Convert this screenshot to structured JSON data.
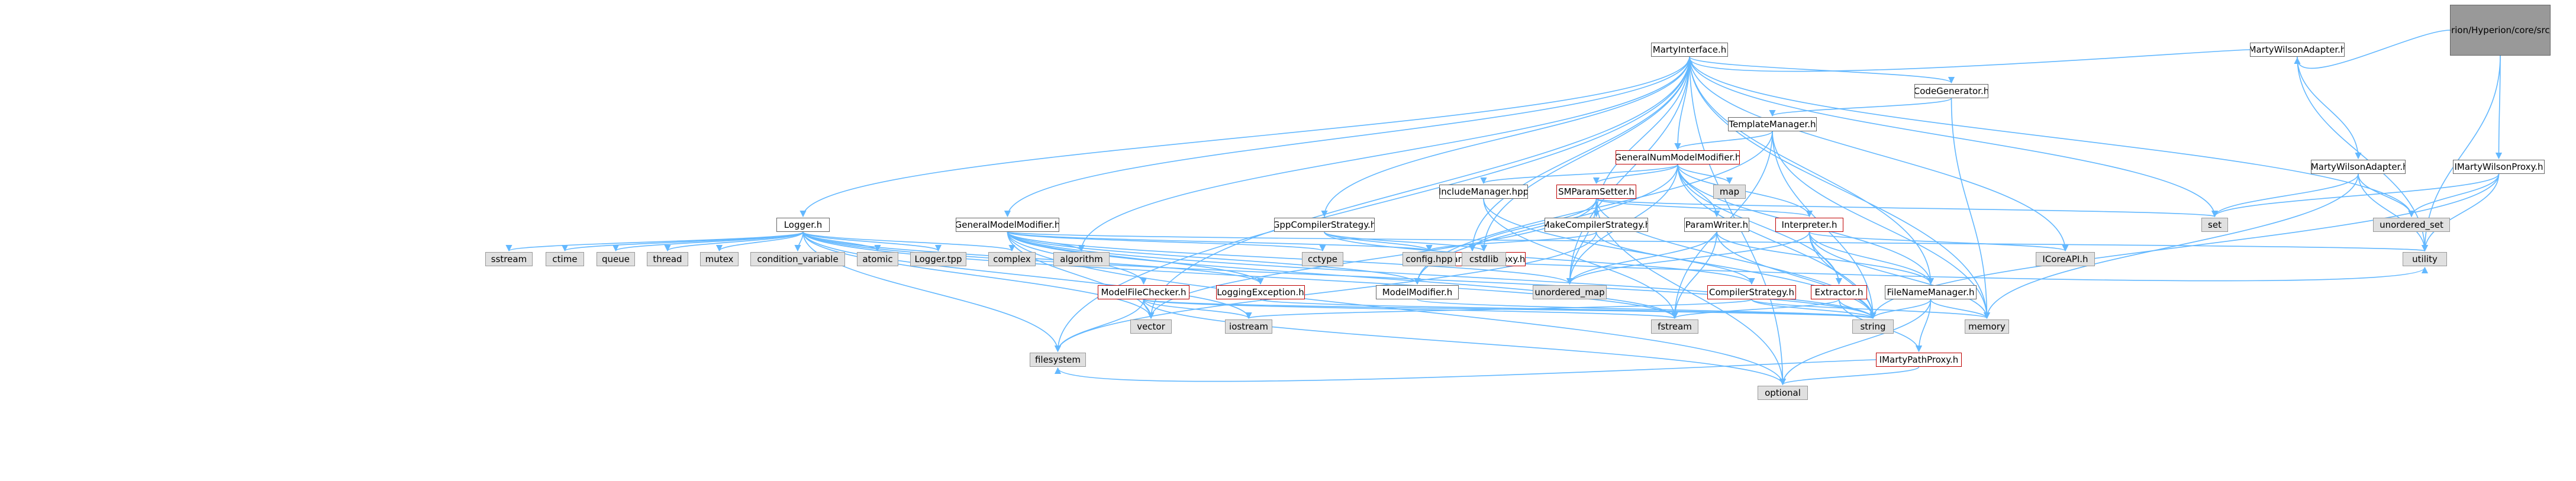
{
  "colors": {
    "edge": "#63b8ff",
    "root_fill": "#999999",
    "node_border": "#666666",
    "external_fill": "#e0e0e0",
    "warning_border": "#bf0000"
  },
  "nodes": [
    {
      "id": "root",
      "label": "/home/runner/work/Hyperion/Hyperion/Hyperion/Hyperion/core/src/PhysicalModel/adapters/MartyWilsonProxy.h",
      "kind": "root",
      "lines": [
        "/home/runner/work/Hyperion",
        "/Hyperion/Hyperion/Hyperion",
        "/core/src/PhysicalModel/adapters",
        "/MartyWilsonProxy.h"
      ]
    },
    {
      "id": "mwa",
      "label": "MartyWilsonAdapter.h",
      "kind": "internal"
    },
    {
      "id": "imwp",
      "label": "IMartyWilsonProxy.h",
      "kind": "internal"
    },
    {
      "id": "mi",
      "label": "MartyInterface.h",
      "kind": "internal"
    },
    {
      "id": "imwa",
      "label": "IMartyWilsonAdapter.h",
      "kind": "internal"
    },
    {
      "id": "cg",
      "label": "CodeGenerator.h",
      "kind": "internal"
    },
    {
      "id": "tm",
      "label": "TemplateManager.h",
      "kind": "internal"
    },
    {
      "id": "gnmm",
      "label": "GeneralNumModelModifier.h",
      "kind": "warn"
    },
    {
      "id": "logger",
      "label": "Logger.h",
      "kind": "internal"
    },
    {
      "id": "gmm",
      "label": "GeneralModelModifier.h",
      "kind": "internal"
    },
    {
      "id": "gcs",
      "label": "GppCompilerStrategy.h",
      "kind": "internal"
    },
    {
      "id": "impp",
      "label": "IMartyParameterProxy.h",
      "kind": "warn"
    },
    {
      "id": "incm",
      "label": "IncludeManager.hpp",
      "kind": "internal"
    },
    {
      "id": "smps",
      "label": "SMParamSetter.h",
      "kind": "warn"
    },
    {
      "id": "map",
      "label": "map",
      "kind": "external"
    },
    {
      "id": "mcs",
      "label": "MakeCompilerStrategy.h",
      "kind": "internal"
    },
    {
      "id": "pw",
      "label": "ParamWriter.h",
      "kind": "internal"
    },
    {
      "id": "interp",
      "label": "Interpreter.h",
      "kind": "warn"
    },
    {
      "id": "set",
      "label": "set",
      "kind": "external"
    },
    {
      "id": "uset",
      "label": "unordered_set",
      "kind": "external"
    },
    {
      "id": "utility",
      "label": "utility",
      "kind": "external"
    },
    {
      "id": "sstream",
      "label": "sstream",
      "kind": "external"
    },
    {
      "id": "ctime",
      "label": "ctime",
      "kind": "external"
    },
    {
      "id": "queue",
      "label": "queue",
      "kind": "external"
    },
    {
      "id": "thread",
      "label": "thread",
      "kind": "external"
    },
    {
      "id": "mutex",
      "label": "mutex",
      "kind": "external"
    },
    {
      "id": "cv",
      "label": "condition_variable",
      "kind": "external"
    },
    {
      "id": "atomic",
      "label": "atomic",
      "kind": "external"
    },
    {
      "id": "loggertpp",
      "label": "Logger.tpp",
      "kind": "external"
    },
    {
      "id": "complex",
      "label": "complex",
      "kind": "external"
    },
    {
      "id": "algorithm",
      "label": "algorithm",
      "kind": "external"
    },
    {
      "id": "mfc",
      "label": "ModelFileChecker.h",
      "kind": "warn"
    },
    {
      "id": "le",
      "label": "LoggingException.h",
      "kind": "warn"
    },
    {
      "id": "cctype",
      "label": "cctype",
      "kind": "external"
    },
    {
      "id": "modmod",
      "label": "ModelModifier.h",
      "kind": "internal"
    },
    {
      "id": "config",
      "label": "config.hpp",
      "kind": "external"
    },
    {
      "id": "cstdlib",
      "label": "cstdlib",
      "kind": "external"
    },
    {
      "id": "umap",
      "label": "unordered_map",
      "kind": "external"
    },
    {
      "id": "cs",
      "label": "CompilerStrategy.h",
      "kind": "warn"
    },
    {
      "id": "extractor",
      "label": "Extractor.h",
      "kind": "warn"
    },
    {
      "id": "fnm",
      "label": "FileNameManager.h",
      "kind": "internal"
    },
    {
      "id": "icoreapi",
      "label": "ICoreAPI.h",
      "kind": "external"
    },
    {
      "id": "vector",
      "label": "vector",
      "kind": "external"
    },
    {
      "id": "iostream",
      "label": "iostream",
      "kind": "external"
    },
    {
      "id": "fstream",
      "label": "fstream",
      "kind": "external"
    },
    {
      "id": "string",
      "label": "string",
      "kind": "external"
    },
    {
      "id": "impxp",
      "label": "IMartyPathProxy.h",
      "kind": "warn"
    },
    {
      "id": "memory",
      "label": "memory",
      "kind": "external"
    },
    {
      "id": "filesystem",
      "label": "filesystem",
      "kind": "external"
    },
    {
      "id": "optional",
      "label": "optional",
      "kind": "external"
    }
  ],
  "edges": [
    [
      "root",
      "mwa"
    ],
    [
      "root",
      "imwp"
    ],
    [
      "root",
      "utility"
    ],
    [
      "mwa",
      "mi"
    ],
    [
      "mwa",
      "imwa"
    ],
    [
      "mwa",
      "utility"
    ],
    [
      "imwp",
      "set"
    ],
    [
      "imwp",
      "uset"
    ],
    [
      "imwp",
      "utility"
    ],
    [
      "imwp",
      "string"
    ],
    [
      "imwa",
      "set"
    ],
    [
      "imwa",
      "uset"
    ],
    [
      "imwa",
      "utility"
    ],
    [
      "imwa",
      "memory"
    ],
    [
      "mi",
      "logger"
    ],
    [
      "mi",
      "gmm"
    ],
    [
      "mi",
      "gnmm"
    ],
    [
      "mi",
      "gcs"
    ],
    [
      "mi",
      "impp"
    ],
    [
      "mi",
      "mcs"
    ],
    [
      "mi",
      "cg"
    ],
    [
      "mi",
      "algorithm"
    ],
    [
      "mi",
      "vector"
    ],
    [
      "mi",
      "filesystem"
    ],
    [
      "mi",
      "optional"
    ],
    [
      "mi",
      "fnm"
    ],
    [
      "mi",
      "icoreapi"
    ],
    [
      "mi",
      "set"
    ],
    [
      "mi",
      "uset"
    ],
    [
      "mi",
      "memory"
    ],
    [
      "mi",
      "umap"
    ],
    [
      "mi",
      "cstdlib"
    ],
    [
      "cg",
      "tm"
    ],
    [
      "cg",
      "memory"
    ],
    [
      "tm",
      "gnmm"
    ],
    [
      "tm",
      "modmod"
    ],
    [
      "tm",
      "fstream"
    ],
    [
      "tm",
      "string"
    ],
    [
      "tm",
      "memory"
    ],
    [
      "gnmm",
      "smps"
    ],
    [
      "gnmm",
      "incm"
    ],
    [
      "gnmm",
      "map"
    ],
    [
      "gnmm",
      "pw"
    ],
    [
      "gnmm",
      "interp"
    ],
    [
      "gnmm",
      "fnm"
    ],
    [
      "gnmm",
      "string"
    ],
    [
      "gnmm",
      "umap"
    ],
    [
      "gnmm",
      "extractor"
    ],
    [
      "gnmm",
      "modmod"
    ],
    [
      "logger",
      "sstream"
    ],
    [
      "logger",
      "ctime"
    ],
    [
      "logger",
      "queue"
    ],
    [
      "logger",
      "thread"
    ],
    [
      "logger",
      "mutex"
    ],
    [
      "logger",
      "cv"
    ],
    [
      "logger",
      "atomic"
    ],
    [
      "logger",
      "loggertpp"
    ],
    [
      "logger",
      "complex"
    ],
    [
      "logger",
      "le"
    ],
    [
      "logger",
      "filesystem"
    ],
    [
      "logger",
      "string"
    ],
    [
      "logger",
      "iostream"
    ],
    [
      "logger",
      "fstream"
    ],
    [
      "logger",
      "vector"
    ],
    [
      "gmm",
      "algorithm"
    ],
    [
      "gmm",
      "mfc"
    ],
    [
      "gmm",
      "le"
    ],
    [
      "gmm",
      "cctype"
    ],
    [
      "gmm",
      "modmod"
    ],
    [
      "gmm",
      "config"
    ],
    [
      "gmm",
      "string"
    ],
    [
      "gmm",
      "vector"
    ],
    [
      "gmm",
      "umap"
    ],
    [
      "gmm",
      "optional"
    ],
    [
      "gmm",
      "utility"
    ],
    [
      "gmm",
      "fstream"
    ],
    [
      "gcs",
      "cs"
    ],
    [
      "gcs",
      "config"
    ],
    [
      "gcs",
      "cstdlib"
    ],
    [
      "impp",
      "utility"
    ],
    [
      "incm",
      "fstream"
    ],
    [
      "incm",
      "string"
    ],
    [
      "smps",
      "impp"
    ],
    [
      "smps",
      "string"
    ],
    [
      "smps",
      "set"
    ],
    [
      "smps",
      "vector"
    ],
    [
      "smps",
      "optional"
    ],
    [
      "smps",
      "umap"
    ],
    [
      "smps",
      "interp"
    ],
    [
      "mcs",
      "cs"
    ],
    [
      "mcs",
      "config"
    ],
    [
      "mcs",
      "filesystem"
    ],
    [
      "pw",
      "fnm"
    ],
    [
      "pw",
      "string"
    ],
    [
      "pw",
      "fstream"
    ],
    [
      "pw",
      "umap"
    ],
    [
      "interp",
      "fnm"
    ],
    [
      "interp",
      "extractor"
    ],
    [
      "interp",
      "string"
    ],
    [
      "interp",
      "umap"
    ],
    [
      "interp",
      "icoreapi"
    ],
    [
      "interp",
      "memory"
    ],
    [
      "mfc",
      "vector"
    ],
    [
      "mfc",
      "iostream"
    ],
    [
      "mfc",
      "fstream"
    ],
    [
      "mfc",
      "string"
    ],
    [
      "mfc",
      "optional"
    ],
    [
      "mfc",
      "filesystem"
    ],
    [
      "le",
      "string"
    ],
    [
      "modmod",
      "string"
    ],
    [
      "cs",
      "string"
    ],
    [
      "cs",
      "iostream"
    ],
    [
      "cs",
      "memory"
    ],
    [
      "extractor",
      "impxp"
    ],
    [
      "extractor",
      "fstream"
    ],
    [
      "extractor",
      "string"
    ],
    [
      "fnm",
      "string"
    ],
    [
      "fnm",
      "memory"
    ],
    [
      "fnm",
      "optional"
    ],
    [
      "fnm",
      "impxp"
    ],
    [
      "impxp",
      "filesystem"
    ],
    [
      "impxp",
      "optional"
    ]
  ]
}
